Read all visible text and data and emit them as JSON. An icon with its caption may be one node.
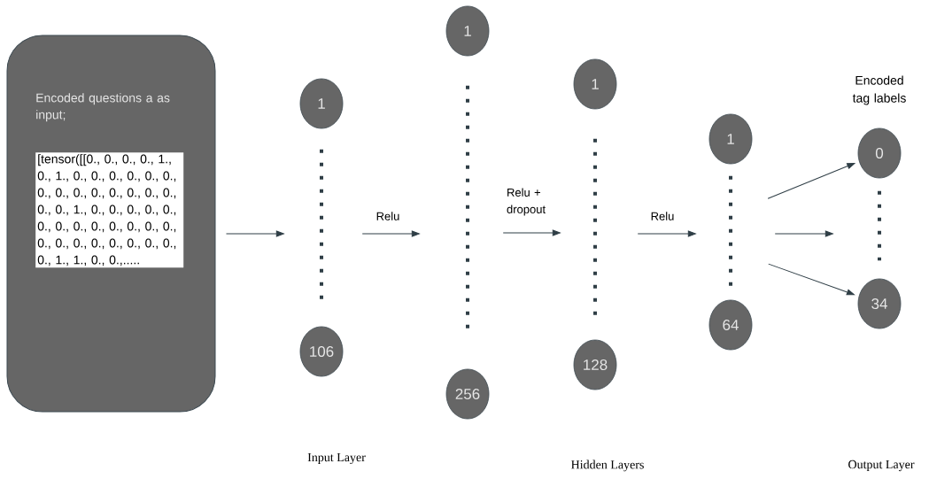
{
  "diagram": {
    "nodes": [
      {
        "text": [
          "Encoded questions a as input;",
          "[tensor([[0., 0., 0., 0., 1., 0., 1., 0., 0., 0., 0., 0., 0., 0., 0., 0., 0., 0., 0., 0., 0., 0., 0., 1., 0., 0., 0., 0., 0., 0., 0., 0., 0., 0., 0., 0., 0., 0., 0., 0., 0., 0., 0., 0., 0., 0., 1., 1., 0., 0.,....."
        ]
      },
      {
        "text": [
          "1"
        ]
      },
      {
        "text": [],
        "shape": "line"
      },
      {
        "text": [
          "106"
        ]
      },
      {
        "text": [
          "1"
        ]
      },
      {
        "text": [],
        "shape": "line"
      },
      {
        "text": [
          "256"
        ]
      },
      {
        "text": [
          "1"
        ]
      },
      {
        "text": [],
        "shape": "line"
      },
      {
        "text": [
          "128"
        ]
      },
      {
        "text": [
          "1"
        ]
      },
      {
        "text": [],
        "shape": "line"
      },
      {
        "text": [
          "64"
        ]
      },
      {
        "text": [
          "0"
        ]
      },
      {
        "text": [],
        "shape": "line"
      },
      {
        "text": [
          "34"
        ]
      }
    ],
    "edges": [
      {
        "from": 0,
        "to": 2,
        "arrow": "to"
      },
      {
        "from": 2,
        "to": 5,
        "arrow": "to",
        "label": "Relu"
      },
      {
        "from": 5,
        "to": 8,
        "arrow": "to",
        "label": "Relu + dropout"
      },
      {
        "from": 8,
        "to": 11,
        "arrow": "to",
        "label": "Relu"
      },
      {
        "from": 11,
        "to": 13,
        "arrow": "to"
      },
      {
        "from": 11,
        "to": 14,
        "arrow": "to"
      },
      {
        "from": 11,
        "to": 15,
        "arrow": "to"
      }
    ],
    "labels": [
      "Encoded tag labels",
      "Input Layer",
      "Hidden Layers",
      "Output Layer"
    ]
  }
}
